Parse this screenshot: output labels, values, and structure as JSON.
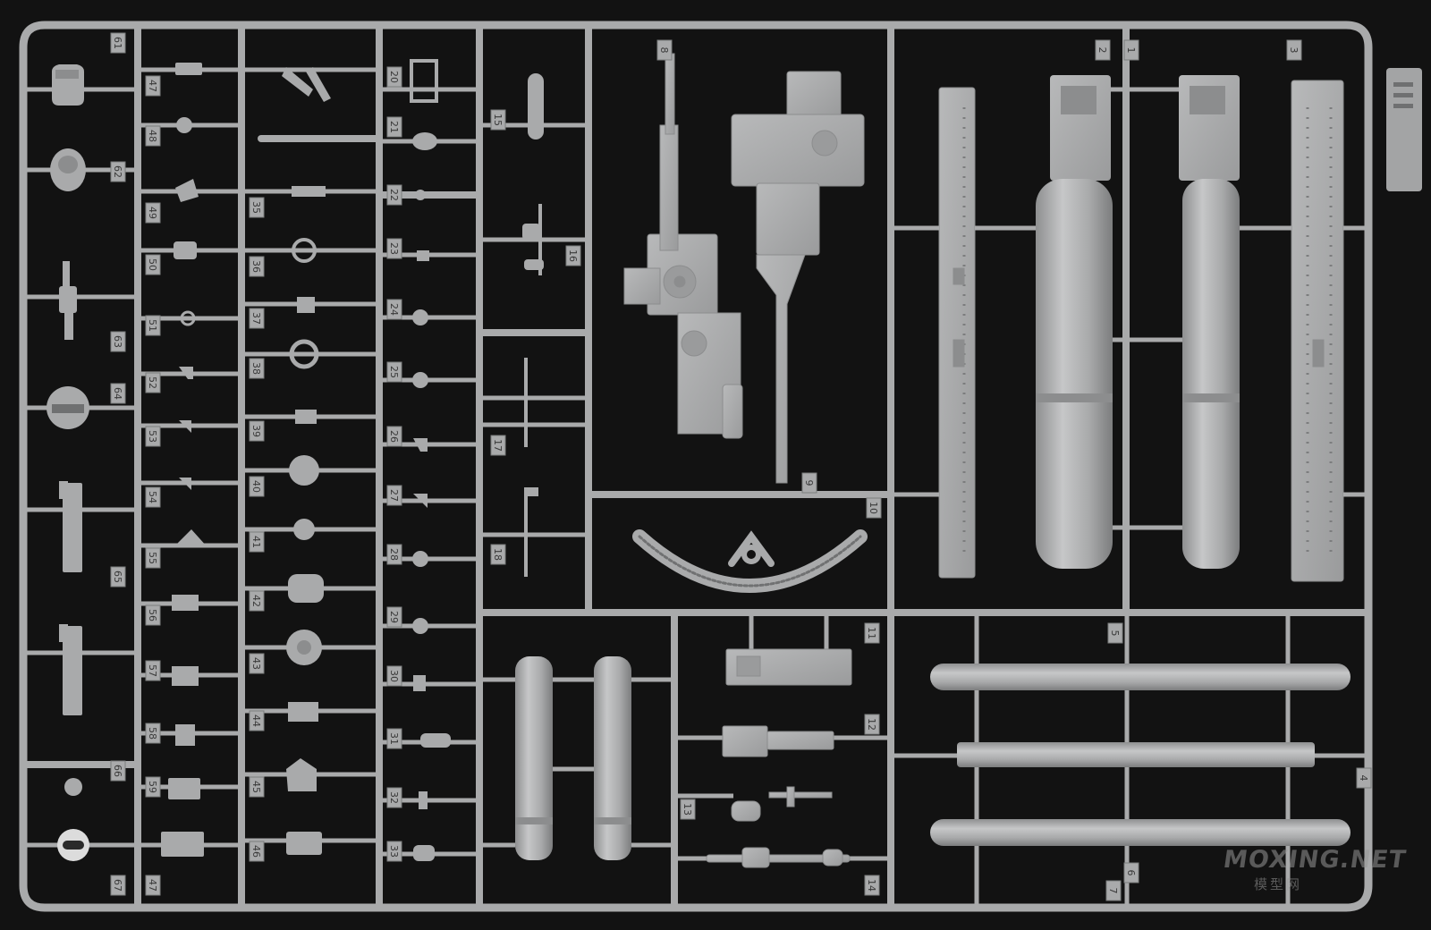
{
  "photo": {
    "subject": "plastic model kit sprue",
    "background_color": "#121212",
    "plastic_color": "#a9aaab",
    "plastic_shadow_color": "#7c7d7e"
  },
  "part_labels": {
    "col_a": [
      "61",
      "62",
      "63",
      "64",
      "65",
      "66",
      "67"
    ],
    "col_b": [
      "47",
      "48",
      "49",
      "50",
      "51",
      "52",
      "53",
      "54",
      "55",
      "56",
      "57",
      "58",
      "59"
    ],
    "col_c": [
      "35",
      "36",
      "37",
      "38",
      "39",
      "40",
      "41",
      "42",
      "43",
      "44",
      "45",
      "46"
    ],
    "col_d": [
      "20",
      "21",
      "22",
      "23",
      "24",
      "25",
      "26",
      "27",
      "28",
      "29",
      "30",
      "31",
      "32",
      "33"
    ],
    "col_e": [
      "15",
      "16",
      "17",
      "18"
    ],
    "center": [
      "8",
      "9",
      "10",
      "11",
      "12",
      "13",
      "14"
    ],
    "right": [
      "1",
      "2",
      "3",
      "4",
      "5",
      "6",
      "7"
    ]
  },
  "watermark": {
    "english": "MOXING.NET",
    "chinese": "模型网"
  }
}
